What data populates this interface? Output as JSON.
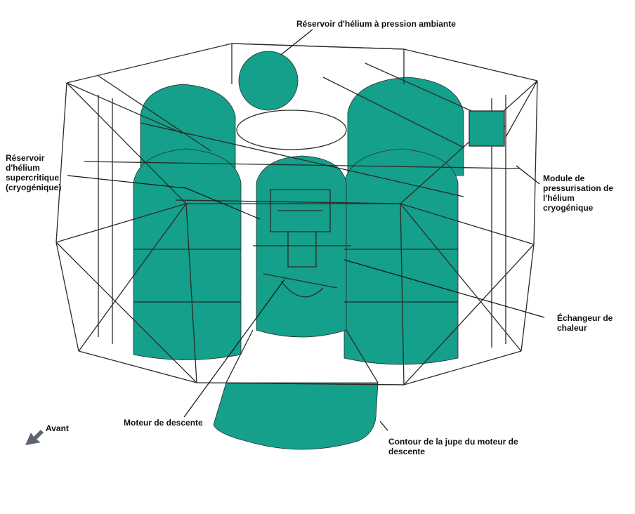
{
  "labels": {
    "ambient_helium_tank": "Réservoir d'hélium à pression ambiante",
    "supercritical_helium_tank": "Réservoir\nd'hélium\nsupercritique\n(cryogénique)",
    "pressurization_module": "Module de\npressurisation de\nl'hélium\ncryogénique",
    "heat_exchanger": "Échangeur de\nchaleur",
    "descent_engine": "Moteur de descente",
    "engine_skirt_contour": "Contour de la jupe du moteur de\ndescente",
    "forward": "Avant"
  },
  "colors": {
    "tank_fill": "#14a08a",
    "structure_line": "#2b2b2b",
    "direction_arrow": "#5d6470"
  }
}
